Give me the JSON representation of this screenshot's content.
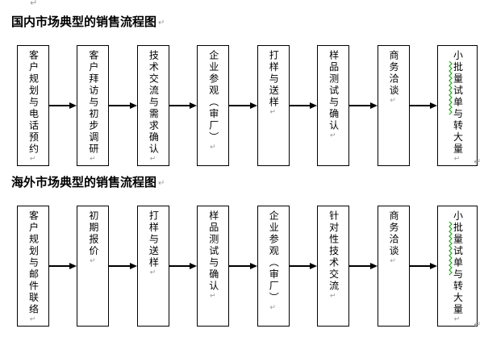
{
  "page": {
    "kind": "word-document-with-flowcharts",
    "background": "#ffffff"
  },
  "marks": {
    "pilcrow": "↵"
  },
  "colors": {
    "text": "#000000",
    "box_border": "#000000",
    "arrow": "#000000",
    "paragraph_mark": "#9a9a9a",
    "spellcheck_squiggle": "#22aa22"
  },
  "flows": [
    {
      "title": "国内市场典型的销售流程图",
      "steps": [
        {
          "label": "客户规划与电话预约"
        },
        {
          "label": "客户拜访与初步调研"
        },
        {
          "label": "技术交流与需求确认"
        },
        {
          "label": "企业参观（审厂）"
        },
        {
          "label": "打样与送样"
        },
        {
          "label": "样品测试与确认"
        },
        {
          "label": "商务洽谈"
        },
        {
          "label": "小批量试单与转大量",
          "wide": true,
          "squiggle": true
        }
      ]
    },
    {
      "title": "海外市场典型的销售流程图",
      "steps": [
        {
          "label": "客户规划与邮件联络"
        },
        {
          "label": "初期报价"
        },
        {
          "label": "打样与送样"
        },
        {
          "label": "样品测试与确认"
        },
        {
          "label": "企业参观（审厂）"
        },
        {
          "label": "针对性技术交流"
        },
        {
          "label": "商务洽谈"
        },
        {
          "label": "小批量试单与转大量",
          "wide": true,
          "squiggle": true
        }
      ]
    }
  ]
}
